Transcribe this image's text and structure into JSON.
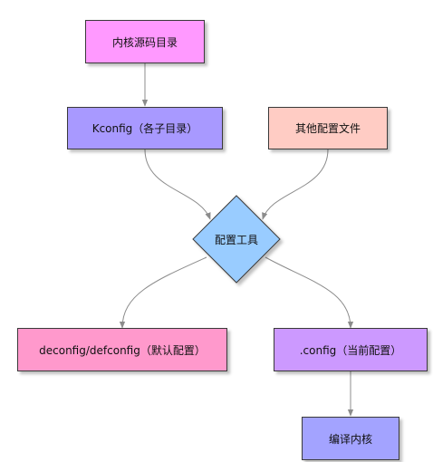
{
  "nodes": {
    "kernel_source": {
      "label": "内核源码目录",
      "color": "#ff99ff"
    },
    "kconfig": {
      "label": "Kconfig（各子目录）",
      "color": "#a899ff"
    },
    "other_config": {
      "label": "其他配置文件",
      "color": "#ffccc4"
    },
    "config_tool": {
      "label": "配置工具",
      "color": "#99ccff"
    },
    "defconfig": {
      "label": "deconfig/defconfig（默认配置）",
      "color": "#ff99cc"
    },
    "dot_config": {
      "label": ".config（当前配置）",
      "color": "#cc99ff"
    },
    "build_kernel": {
      "label": "编译内核",
      "color": "#a3a3ff"
    }
  },
  "edges": [
    {
      "from": "kernel_source",
      "to": "kconfig"
    },
    {
      "from": "kconfig",
      "to": "config_tool"
    },
    {
      "from": "other_config",
      "to": "config_tool"
    },
    {
      "from": "config_tool",
      "to": "defconfig"
    },
    {
      "from": "config_tool",
      "to": "dot_config"
    },
    {
      "from": "dot_config",
      "to": "build_kernel"
    }
  ],
  "colors": {
    "edge": "#8c8c8c",
    "border": "#3a3a3a"
  }
}
